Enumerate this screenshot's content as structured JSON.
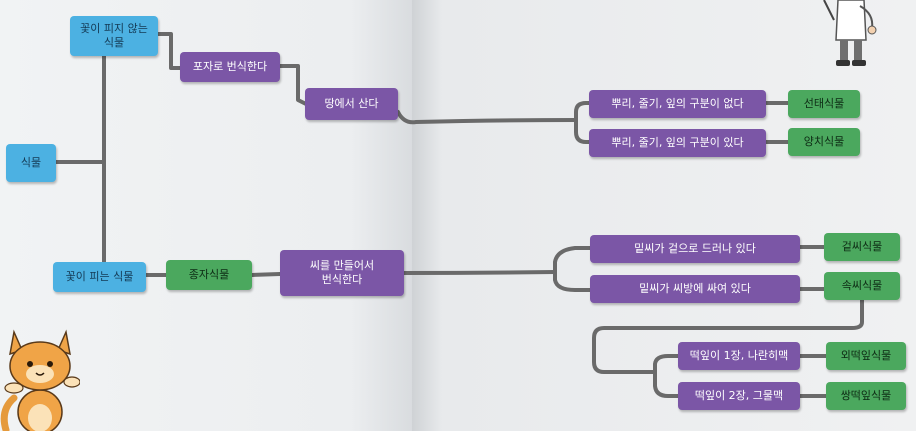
{
  "nodes": {
    "plant": "식물",
    "non_flowering": "꽃이 피지 않는\n식물",
    "flowering": "꽃이 피는 식물",
    "spores": "포자로 번식한다",
    "on_land": "땅에서 산다",
    "no_distinction": "뿌리, 줄기, 잎의 구분이 없다",
    "distinction": "뿌리, 줄기, 잎의 구분이 있다",
    "bryophyte": "선태식물",
    "fern": "양치식물",
    "seed_plant": "종자식물",
    "make_seeds": "씨를 만들어서\n번식한다",
    "ovule_exposed": "밑씨가 겉으로 드러나 있다",
    "ovule_enclosed": "밑씨가 씨방에 싸여 있다",
    "gymnosperm": "겉씨식물",
    "angiosperm": "속씨식물",
    "one_cotyledon": "떡잎이 1장, 나란히맥",
    "two_cotyledons": "떡잎이 2장, 그물맥",
    "monocot": "외떡잎식물",
    "dicot": "쌍떡잎식물"
  },
  "colors": {
    "blue": "#4cb1e2",
    "purple": "#7b56a6",
    "green": "#4ba85e",
    "line": "#6a6a6a"
  },
  "illustrations": {
    "left": "cat-character",
    "right": "scientist-character"
  }
}
